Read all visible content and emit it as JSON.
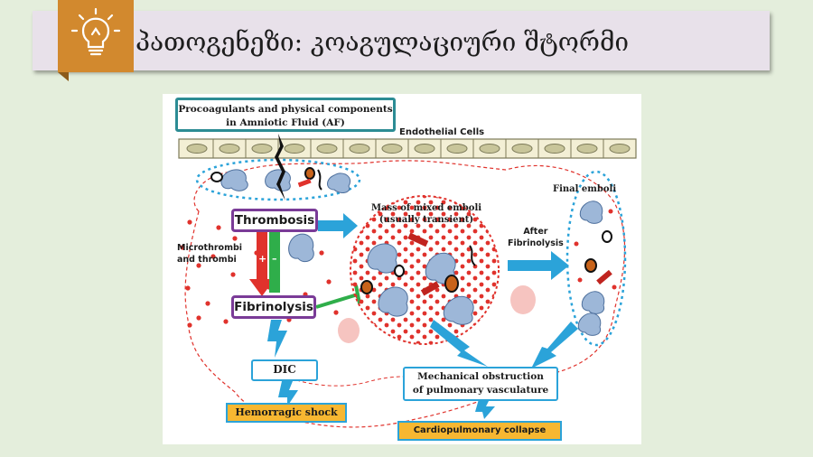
{
  "slide": {
    "title": "პათოგენეზი: კოაგულაციური შტორმი",
    "icon": "lightbulb-icon",
    "colors": {
      "background": "#e4eedc",
      "title_bar": "#e8e1ea",
      "badge": "#d2892e"
    }
  },
  "diagram": {
    "af_box": {
      "line1": "Procoagulants and physical components",
      "line2": "in Amniotic Fluid (AF)"
    },
    "endothelial_label": "Endothelial Cells",
    "thrombosis": "Thrombosis",
    "fibrinolysis": "Fibrinolysis",
    "plus_sign": "+",
    "minus_sign": "–",
    "microthrombi": {
      "line1": "Microthrombi",
      "line2": "and thrombi"
    },
    "mass_emboli": {
      "line1": "Mass of mixed emboli",
      "line2": "(usually transient)"
    },
    "after_fibrinolysis": {
      "line1": "After",
      "line2": "Fibrinolysis"
    },
    "final_emboli": "Final emboli",
    "dic": "DIC",
    "hemorrhagic_shock": "Hemorragic shock",
    "mechanical": {
      "line1": "Mechanical obstruction",
      "line2": "of pulmonary vasculature"
    },
    "cardiopulmonary": "Cardiopulmonary collapse"
  }
}
